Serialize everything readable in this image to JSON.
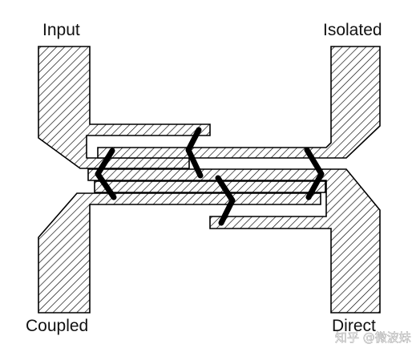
{
  "ports": {
    "input": "Input",
    "isolated": "Isolated",
    "coupled": "Coupled",
    "direct": "Direct"
  },
  "watermark": "知乎 @微波妹",
  "colors": {
    "line": "#000000",
    "hatch": "#000000",
    "background": "#ffffff"
  }
}
